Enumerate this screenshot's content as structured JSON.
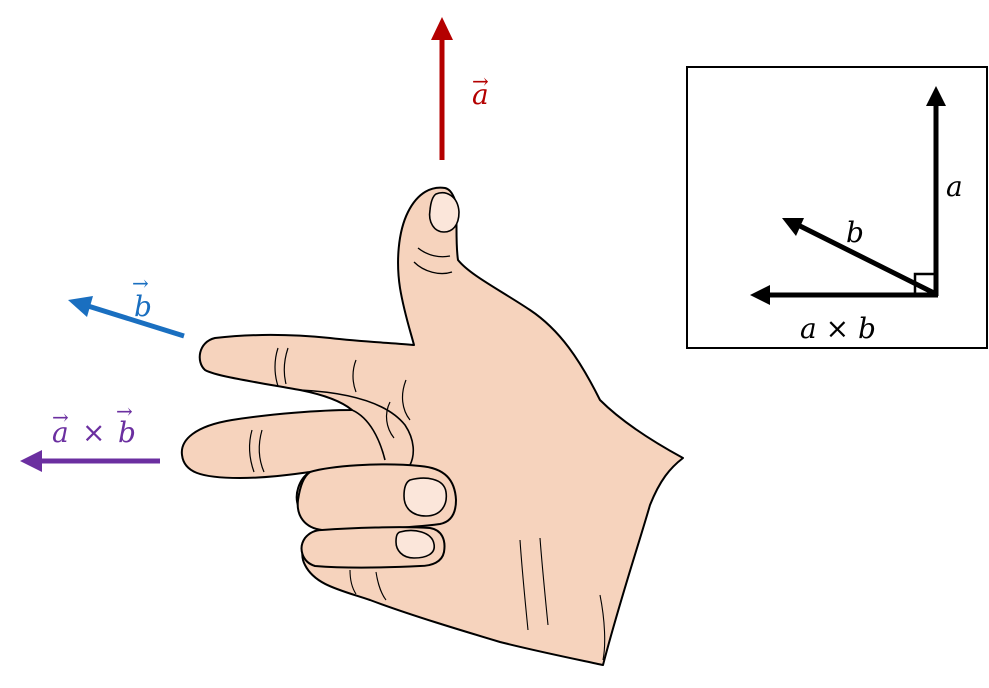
{
  "colors": {
    "vector_a": "#b40000",
    "vector_b": "#1a6fc0",
    "vector_cross": "#6b2fa0",
    "skin": "#f6d3bd",
    "nail": "#fbe6da",
    "outline": "#000000",
    "inset_ink": "#000000"
  },
  "labels": {
    "vec_a": "a",
    "vec_b": "b",
    "vec_cross_a": "a",
    "vec_cross_op": "×",
    "vec_cross_b": "b",
    "vector_arrow_mark": "→"
  },
  "inset": {
    "label_a": "a",
    "label_b": "b",
    "label_cross": "a × b"
  },
  "icons": {
    "hand": "right-hand-rule-hand-icon",
    "arrow": "arrow-icon",
    "right_angle": "right-angle-icon"
  }
}
